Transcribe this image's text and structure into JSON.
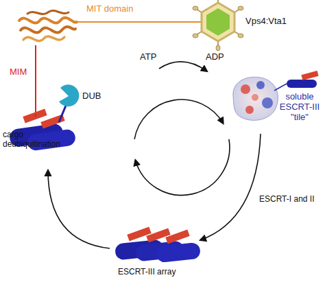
{
  "diagram": {
    "labels": [
      "MIT domain",
      "Vps4:Vta1",
      "MIM",
      "DUB",
      "ATP",
      "ADP",
      "soluble ESCRT-III \"tile\"",
      "ESCRT-I and II",
      "cargo deubiquitination",
      "ESCRT-III array"
    ]
  }
}
